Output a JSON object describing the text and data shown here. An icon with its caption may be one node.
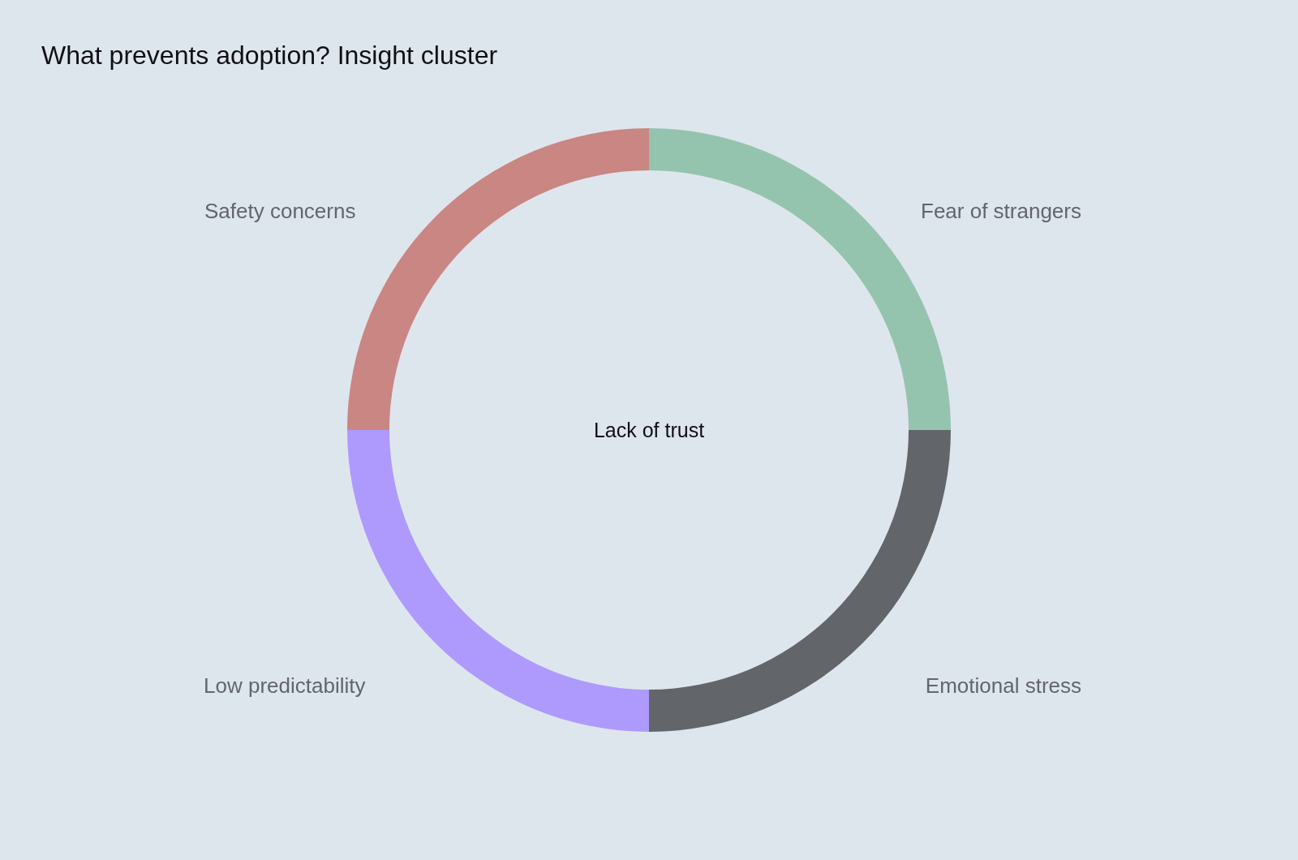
{
  "diagram": {
    "title": "What prevents adoption? Insight cluster",
    "nodes": [
      {
        "text": [
          "Safety concerns"
        ]
      },
      {
        "text": [
          "Fear of strangers"
        ]
      },
      {
        "text": [
          "Low predictability"
        ]
      },
      {
        "text": [
          "Emotional stress"
        ]
      }
    ],
    "labels": [
      "Lack of trust"
    ]
  }
}
